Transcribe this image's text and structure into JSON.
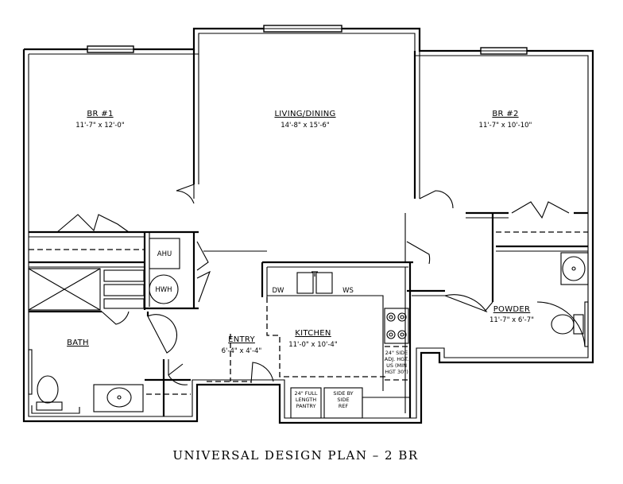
{
  "plan": {
    "caption": "UNIVERSAL DESIGN PLAN  –  2 BR",
    "rooms": {
      "br1": {
        "name": "BR #1",
        "dims": "11'-7\" x 12'-0\""
      },
      "living": {
        "name": "LIVING/DINING",
        "dims": "14'-8\" x 15'-6\""
      },
      "br2": {
        "name": "BR #2",
        "dims": "11'-7\" x 10'-10\""
      },
      "bath": {
        "name": "BATH"
      },
      "entry": {
        "name": "ENTRY",
        "dims": "6'-4\" x 4'-4\""
      },
      "kitchen": {
        "name": "KITCHEN",
        "dims": "11'-0\" x 10'-4\""
      },
      "powder": {
        "name": "POWDER",
        "dims": "11'-7\" x 6'-7\""
      }
    },
    "fixtures": {
      "ahu": "AHU",
      "hwh": "HWH",
      "dw": "DW",
      "ws": "WS",
      "pantry_lines": [
        "24\" FULL",
        "LENGTH",
        "PANTRY"
      ],
      "ref_lines": [
        "SIDE BY",
        "SIDE",
        "REF"
      ],
      "counter_lines": [
        "24\" SIDE",
        "ADJ. HGT.",
        "US (MIN",
        "HGT 30\")"
      ]
    }
  }
}
